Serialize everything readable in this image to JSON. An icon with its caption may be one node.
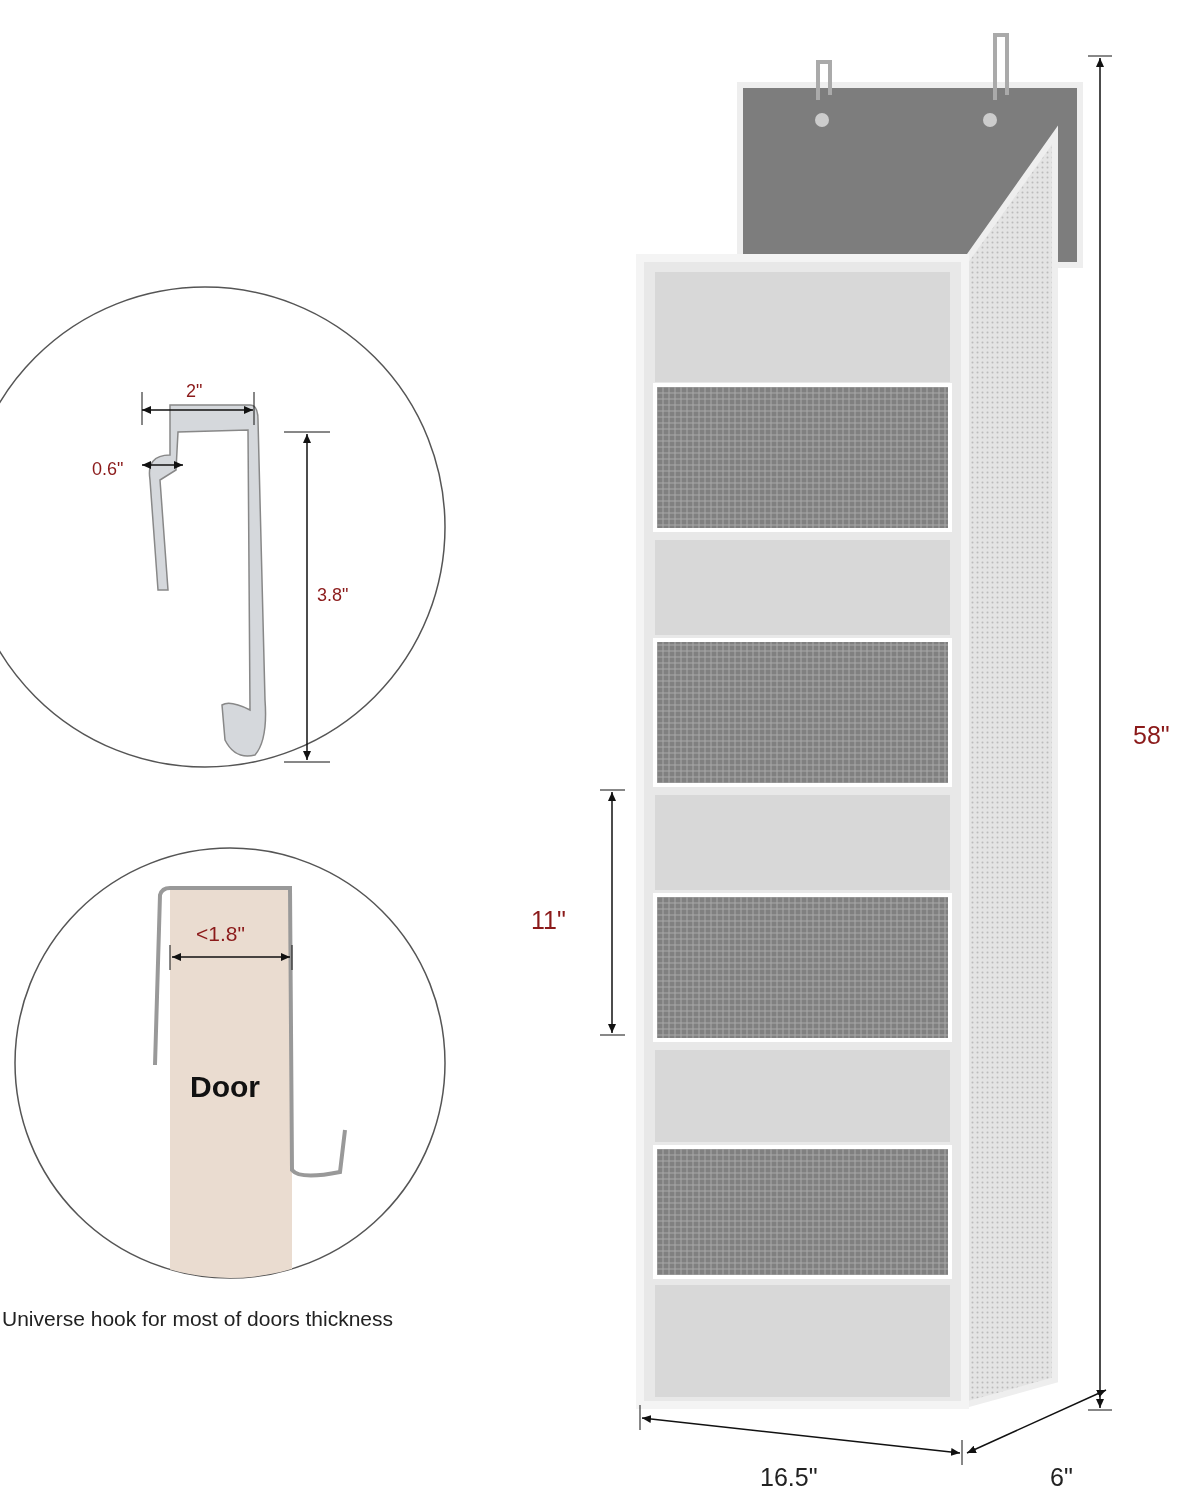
{
  "diagram": {
    "labels": [
      "2\"",
      "0.6\"",
      "3.8\"",
      "<1.8\"",
      "Door",
      "Universe hook for most of doors thickness",
      "58\"",
      "11\"",
      "16.5\"",
      "6\""
    ]
  }
}
